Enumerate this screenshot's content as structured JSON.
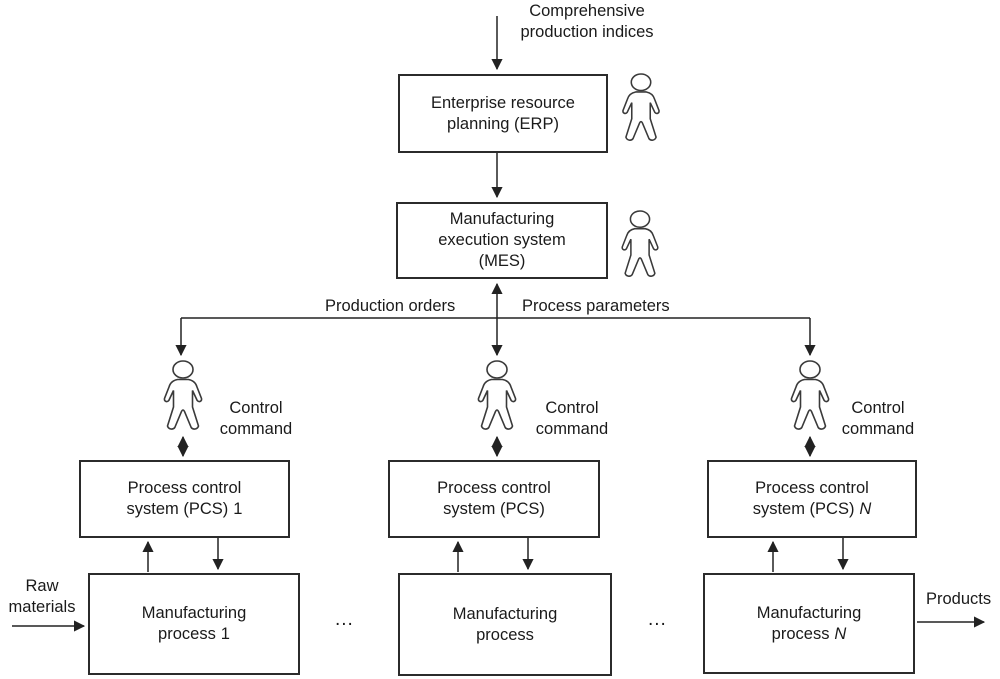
{
  "labels": {
    "top_line1": "Comprehensive",
    "top_line2": "production indices",
    "production_orders": "Production orders",
    "process_parameters": "Process parameters",
    "control_line1": "Control",
    "control_line2": "command",
    "raw_line1": "Raw",
    "raw_line2": "materials",
    "products": "Products",
    "ellipsis": "..."
  },
  "boxes": {
    "erp": {
      "line1": "Enterprise resource",
      "line2": "planning (ERP)"
    },
    "mes": {
      "line1": "Manufacturing",
      "line2": "execution system",
      "line3": "(MES)"
    },
    "pcs1": {
      "line1": "Process control",
      "line2": "system (PCS)",
      "suffix": "1"
    },
    "pcs2": {
      "line1": "Process control",
      "line2": "system (PCS)",
      "suffix": ""
    },
    "pcs3": {
      "line1": "Process control",
      "line2": "system (PCS)",
      "suffix": "N"
    },
    "mp1": {
      "line1": "Manufacturing",
      "line2": "process",
      "suffix": "1"
    },
    "mp2": {
      "line1": "Manufacturing",
      "line2": "process",
      "suffix": ""
    },
    "mp3": {
      "line1": "Manufacturing",
      "line2": "process",
      "suffix": "N"
    }
  },
  "icons": {
    "operator": "person-outline-icon"
  },
  "colors": {
    "line": "#222222",
    "box_border": "#2b2b2b",
    "text": "#1a1a1a",
    "background": "#ffffff"
  }
}
